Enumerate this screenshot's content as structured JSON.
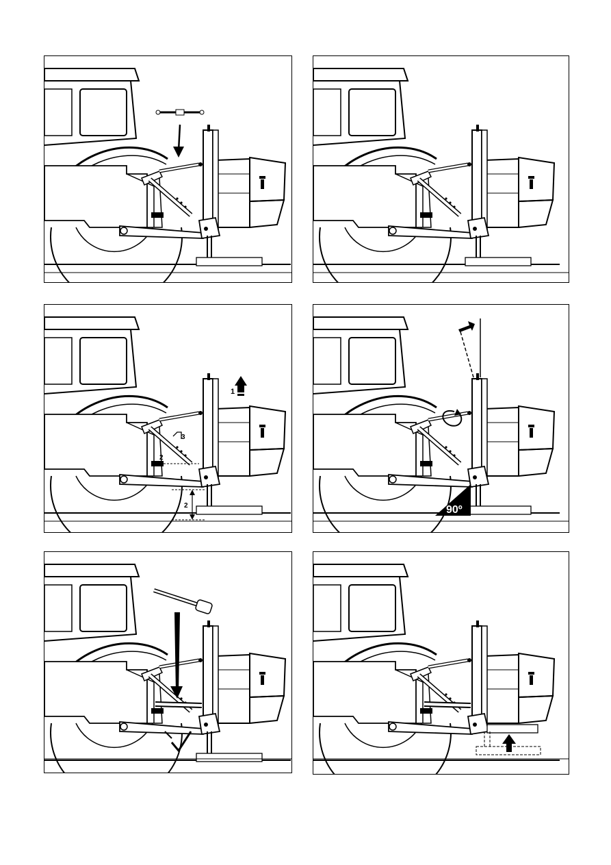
{
  "page": {
    "title": ""
  },
  "panels": [
    {
      "id": "step-1",
      "labels": []
    },
    {
      "id": "step-2",
      "labels": []
    },
    {
      "id": "step-3",
      "labels": [
        "1",
        "2",
        "3",
        "2"
      ]
    },
    {
      "id": "step-4",
      "labels": [
        "90º"
      ]
    },
    {
      "id": "step-5",
      "labels": []
    },
    {
      "id": "step-6",
      "labels": []
    }
  ],
  "colors": {
    "line": "#000000",
    "paper": "#ffffff",
    "watermark": "#c9d4ec"
  }
}
